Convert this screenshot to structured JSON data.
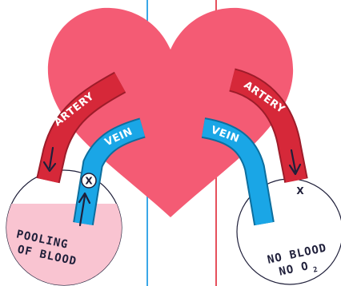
{
  "labels": {
    "left_artery": "ARTERY",
    "left_vein": "VEIN",
    "right_artery": "ARTERY",
    "right_vein": "VEIN",
    "left_caption_line1": "POOLING",
    "left_caption_line2": "OF BLOOD",
    "right_caption_line1": "NO BLOOD",
    "right_caption_line2": "NO O",
    "right_caption_subscript": "2",
    "blockage_mark": "X"
  },
  "colors": {
    "heart": "#f45b74",
    "artery": "#d62839",
    "artery_edge": "#9d1c2a",
    "vein": "#1aa6e6",
    "vein_edge": "#0c6e9e",
    "pooling": "#f9c4d1",
    "ink": "#1f1f3a",
    "left_line": "#3aa7e8",
    "right_line": "#e6505c"
  }
}
